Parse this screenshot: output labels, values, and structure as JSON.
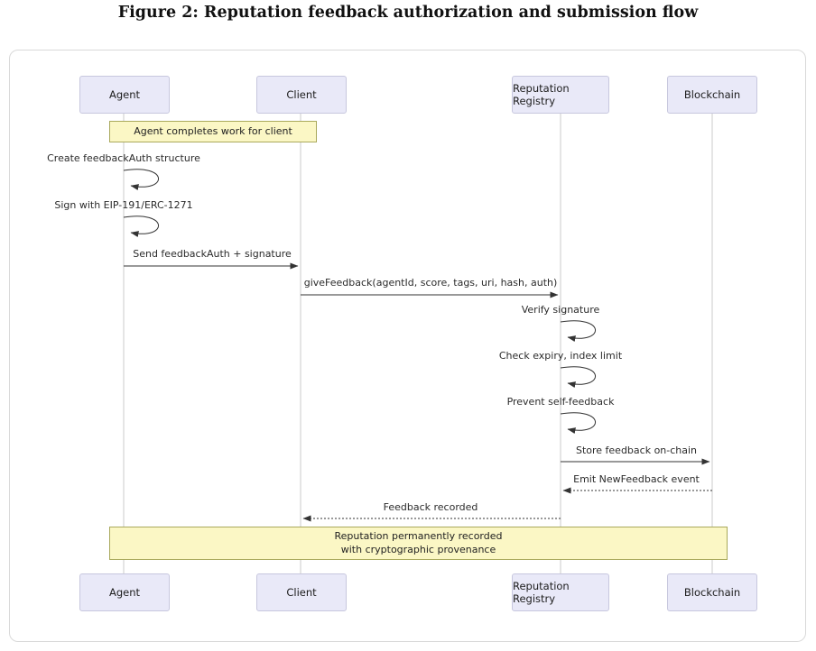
{
  "figure": {
    "title": "Figure 2: Reputation feedback authorization and submission flow"
  },
  "actors": [
    {
      "label": "Agent"
    },
    {
      "label": "Client"
    },
    {
      "label": "Reputation Registry"
    },
    {
      "label": "Blockchain"
    }
  ],
  "notes": [
    {
      "text": "Agent completes work for client",
      "over": "Agent,Client"
    },
    {
      "line1": "Reputation permanently recorded",
      "line2": "with cryptographic provenance",
      "over": "Agent,Client,Reputation Registry,Blockchain"
    }
  ],
  "messages": [
    {
      "label": "Create feedbackAuth structure",
      "type": "self",
      "from": "Agent",
      "to": "Agent"
    },
    {
      "label": "Sign with EIP-191/ERC-1271",
      "type": "self",
      "from": "Agent",
      "to": "Agent"
    },
    {
      "label": "Send feedbackAuth + signature",
      "type": "solid",
      "from": "Agent",
      "to": "Client"
    },
    {
      "label": "giveFeedback(agentId, score, tags, uri, hash, auth)",
      "type": "solid",
      "from": "Client",
      "to": "Reputation Registry"
    },
    {
      "label": "Verify signature",
      "type": "self",
      "from": "Reputation Registry",
      "to": "Reputation Registry"
    },
    {
      "label": "Check expiry, index limit",
      "type": "self",
      "from": "Reputation Registry",
      "to": "Reputation Registry"
    },
    {
      "label": "Prevent self-feedback",
      "type": "self",
      "from": "Reputation Registry",
      "to": "Reputation Registry"
    },
    {
      "label": "Store feedback on-chain",
      "type": "solid",
      "from": "Reputation Registry",
      "to": "Blockchain"
    },
    {
      "label": "Emit NewFeedback event",
      "type": "dashed",
      "from": "Blockchain",
      "to": "Reputation Registry"
    },
    {
      "label": "Feedback recorded",
      "type": "dashed",
      "from": "Reputation Registry",
      "to": "Client"
    }
  ],
  "colors": {
    "actor_fill": "#E9E9F8",
    "actor_border": "#C7C7DE",
    "note_fill": "#FBF7C5",
    "note_border": "#A9A95C",
    "line": "#333333",
    "lifeline": "#CBCBCB"
  }
}
